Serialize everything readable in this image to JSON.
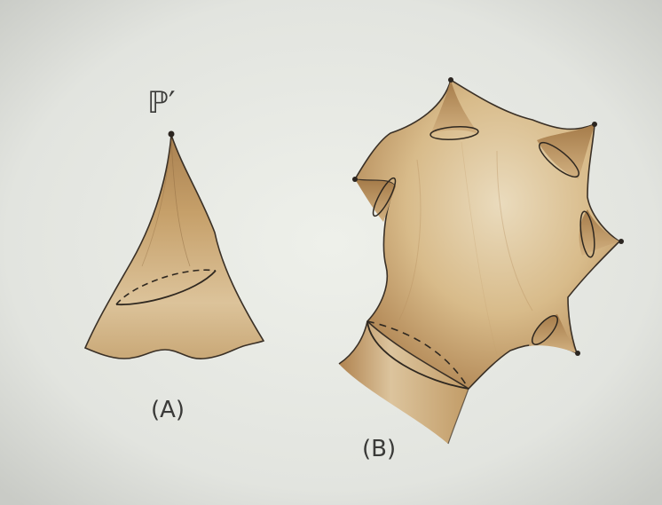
{
  "labels": {
    "point": "ℙ′",
    "figure_a": "(A)",
    "figure_b": "(B)"
  },
  "colors": {
    "paper": "#e8eae4",
    "ink": "#3a3026",
    "fill_light": "#e7d6b4",
    "fill_mid": "#d2b483",
    "fill_dark": "#9c7444"
  }
}
